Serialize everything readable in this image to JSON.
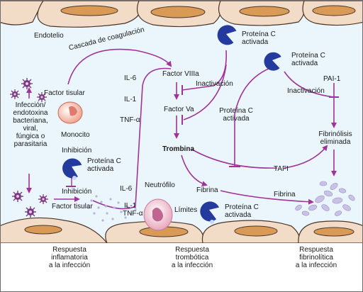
{
  "labels": {
    "endotelio": "Endotelio",
    "cascada": "Cascada de coagulación",
    "factor_tisular_top": "Factor tisular",
    "infeccion": "Infección/\nendotoxina\nbacteriana,\nviral,\nfúngica o\nparasitaria",
    "monocito": "Monocito",
    "inhibicion1": "Inhibición",
    "proteina_c_left": "Proteína C\nactivada",
    "inhibicion2": "Inhibición",
    "factor_tisular_bottom": "Factor tisular",
    "il6_top": "IL-6",
    "il1_top": "IL-1",
    "tnf_top": "TNF-α",
    "il6_bottom": "IL-6",
    "il1_bottom": "IL-1",
    "tnf_bottom": "TNF-α",
    "neutrofilo": "Neutrófilo",
    "factor_viiia": "Factor VIIIa",
    "factor_va": "Factor Va",
    "inactivacion1": "Inactivación",
    "proteina_c_top": "Proteína C\nactivada",
    "proteina_c_mid": "Proteína C\nactivada",
    "proteina_c_right": "Proteína C\nactivada",
    "inactivacion2": "Inactivación",
    "pai": "PAI-1",
    "trombina": "Trombina",
    "fibrinolisis": "Fibrinólisis\neliminada",
    "tafi": "TAFI",
    "fibrina1": "Fibrina",
    "fibrina2": "Fibrina",
    "limites": "Límites",
    "proteina_c_bottom": "Proteína C\nactivada",
    "resp_inflamatoria": "Respuesta\ninflamatoria\na la infección",
    "resp_trombotica": "Respuesta\ntrombótica\na la infección",
    "resp_fibrinolitica": "Respuesta\nfibrinolítica\na la infección"
  },
  "colors": {
    "arrow": "#a0339a",
    "cell_fill": "#f2dcc8",
    "cell_stroke": "#4a3528",
    "nucleus": "#d99a55",
    "protein": "#243a9c",
    "virus": "#7b3b82",
    "background": "#eaf6fb"
  },
  "icons": [
    "pacman-protein-icon",
    "virus-icon",
    "monocyte-icon",
    "neutrophil-icon",
    "fibrin-mesh-icon",
    "endothelial-cell-icon"
  ]
}
